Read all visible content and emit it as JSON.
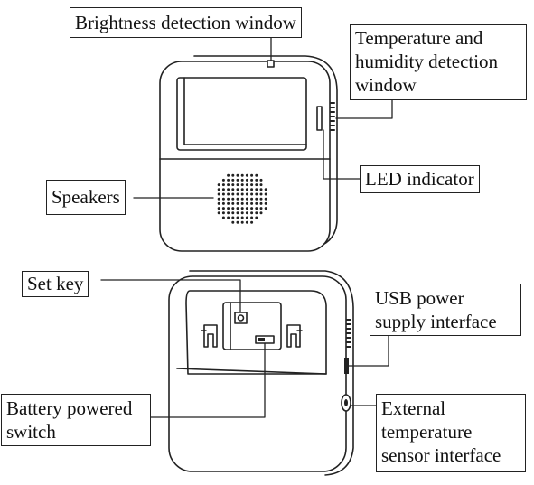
{
  "diagram": {
    "labels": {
      "brightness": "Brightness detection window",
      "temperature_humidity": [
        "Temperature and",
        "humidity detection",
        "window"
      ],
      "led": "LED indicator",
      "speakers": "Speakers",
      "set_key": "Set key",
      "usb_power": [
        "USB power",
        "supply interface"
      ],
      "battery_switch": [
        "Battery powered",
        "switch"
      ],
      "external_sensor": [
        "External",
        "temperature",
        "sensor interface"
      ]
    },
    "line_color": "#222222",
    "background": "#ffffff"
  }
}
